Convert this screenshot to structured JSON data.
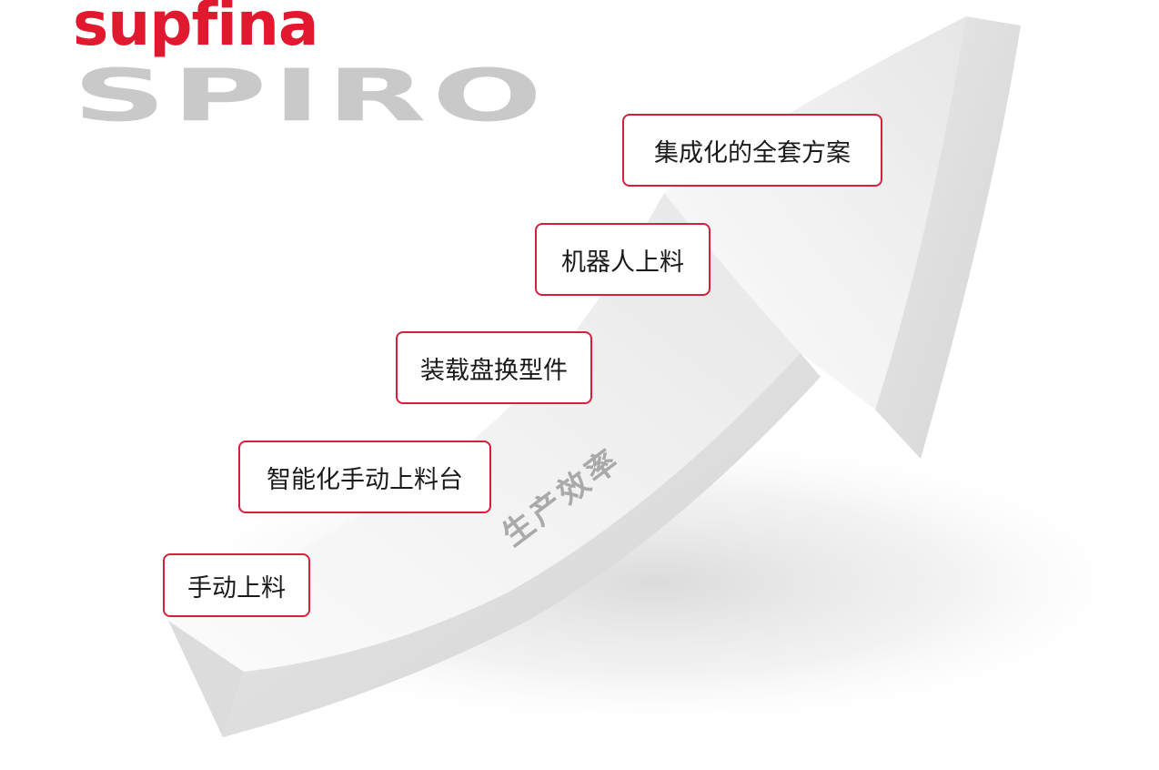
{
  "brand": {
    "name": "supfina",
    "product": "SPIRO",
    "brand_color": "#e1192e",
    "product_color": "#c9c9c9"
  },
  "arrow": {
    "label": "生产效率",
    "label_color": "#a9a9a9",
    "face_color": "#f2f2f2",
    "side_color": "#dedede",
    "icon": "upward-trend-arrow"
  },
  "steps": [
    {
      "label": "手动上料"
    },
    {
      "label": "智能化手动上料台"
    },
    {
      "label": "装载盘换型件"
    },
    {
      "label": "机器人上料"
    },
    {
      "label": "集成化的全套方案"
    }
  ],
  "colors": {
    "accent": "#d71f3b",
    "text": "#1a1a1a",
    "background": "#ffffff"
  }
}
